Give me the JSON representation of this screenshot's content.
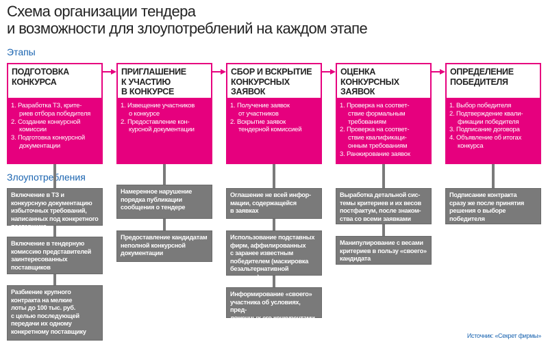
{
  "title": "Схема организации тендера\nи возможности для злоупотреблений на каждом этапе",
  "sections": {
    "stages": "Этапы",
    "abuses": "Злоупотребления"
  },
  "colors": {
    "accent": "#e6007e",
    "abuse_box": "#7a7a7a",
    "label": "#1a64b0"
  },
  "stages": [
    {
      "title": "ПОДГОТОВКА\nКОНКУРСА",
      "items": [
        "1. Разработка ТЗ, крите-\nриев отбора победителя",
        "2. Создание конкурсной\nкомиссии",
        "3. Подготовка конкурсной\nдокументации"
      ],
      "abuses": [
        "Включение в ТЗ и конкурсную документацию избыточных требований, написанных под конкретного поставщика",
        "Включение в тендерную комиссию представителей заинтересованных поставщиков",
        "Разбиение крупного\nконтракта на мелкие\nлоты до 100 тыс. руб.\nс целью последующей\nпередачи их одному\nконкретному поставщику"
      ]
    },
    {
      "title": "ПРИГЛАШЕНИЕ\nК УЧАСТИЮ\nВ КОНКУРСЕ",
      "items": [
        "1. Извещение участников\nо конкурсе",
        "2. Предоставление кон-\nкурсной документации"
      ],
      "abuses": [
        "Намеренное нарушение\nпорядка публикации\nсообщения о тендере",
        "Предоставление кандидатам неполной конкурсной документации"
      ]
    },
    {
      "title": "СБОР И ВСКРЫТИЕ\nКОНКУРСНЫХ\nЗАЯВОК",
      "items": [
        "1. Получение заявок\nот участников",
        "2. Вскрытие заявок\nтендерной комиссией"
      ],
      "abuses": [
        "Оглашение не всей инфор-\nмации, содержащейся\nв заявках",
        "Использование подставных\nфирм, аффилированных\nс заранее известным\nпобедителем (маскировка безальтернативной поставки)",
        "Информирование «своего»\nучастника об условиях, пред-\nложенных его конкурентами"
      ]
    },
    {
      "title": "ОЦЕНКА\nКОНКУРСНЫХ\nЗАЯВОК",
      "items": [
        "1. Проверка на соответ-\nствие формальным\nтребованиям",
        "2. Проверка на соответ-\nствие квалификаци-\nонным требованиям",
        "3. Ранжирование заявок"
      ],
      "abuses": [
        "Выработка детальной сис-\nтемы критериев и их весов\nпостфактум, после знаком-\nства со всеми заявками",
        "Манипулирование с весами критериев в пользу «своего» кандидата"
      ]
    },
    {
      "title": "ОПРЕДЕЛЕНИЕ\nПОБЕДИТЕЛЯ",
      "items": [
        "1. Выбор победителя",
        "2. Подтверждение квали-\nфикации победителя",
        "3. Подписание договора",
        "4. Объявление об итогах\nконкурса"
      ],
      "abuses": [
        "Подписание контракта\nсразу же после принятия\nрешения о выборе\nпобедителя"
      ]
    }
  ],
  "source": "Источник: «Секрет фирмы»"
}
